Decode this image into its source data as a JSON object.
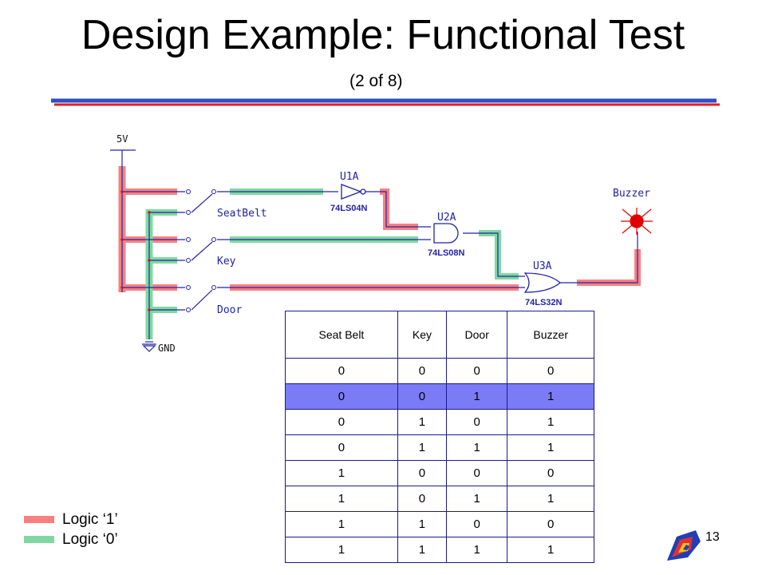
{
  "slide": {
    "title": "Design Example: Functional Test",
    "subtitle": "(2 of 8)",
    "page_number": "13"
  },
  "schematic": {
    "supply_label": "5V",
    "ground_label": "GND",
    "switches": [
      "SeatBelt",
      "Key",
      "Door"
    ],
    "gates": [
      {
        "ref": "U1A",
        "part": "74LS04N"
      },
      {
        "ref": "U2A",
        "part": "74LS08N"
      },
      {
        "ref": "U3A",
        "part": "74LS32N"
      }
    ],
    "output_label": "Buzzer"
  },
  "truth_table": {
    "headers": [
      "Seat Belt",
      "Key",
      "Door",
      "Buzzer"
    ],
    "rows": [
      [
        "0",
        "0",
        "0",
        "0"
      ],
      [
        "0",
        "0",
        "1",
        "1"
      ],
      [
        "0",
        "1",
        "0",
        "1"
      ],
      [
        "0",
        "1",
        "1",
        "1"
      ],
      [
        "1",
        "0",
        "0",
        "0"
      ],
      [
        "1",
        "0",
        "1",
        "1"
      ],
      [
        "1",
        "1",
        "0",
        "0"
      ],
      [
        "1",
        "1",
        "1",
        "1"
      ]
    ],
    "highlighted_row": 1
  },
  "legend": [
    {
      "label": "Logic ‘1’",
      "color": "#f88080"
    },
    {
      "label": "Logic ‘0’",
      "color": "#80d8a0"
    }
  ],
  "colors": {
    "logic1": "#f88080",
    "logic0": "#80d8a0",
    "rule_blue": "#2a4fc8",
    "rule_red": "#e02020",
    "wire": "#2222aa",
    "highlight": "#7b7bf6"
  }
}
